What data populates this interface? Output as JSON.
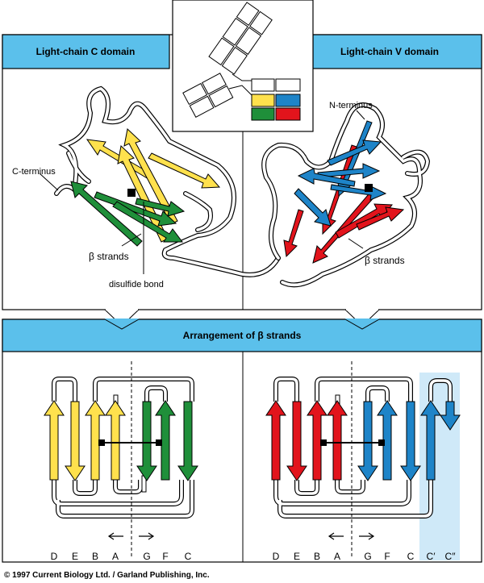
{
  "headers": {
    "left": "Light-chain C domain",
    "right": "Light-chain V domain",
    "bottom": "Arrangement of β strands"
  },
  "labels": {
    "c_terminus": "C-terminus",
    "n_terminus": "N-terminus",
    "beta_strands_left": "β strands",
    "beta_strands_right": "β strands",
    "disulfide_bond": "disulfide bond"
  },
  "strand_letters_left": [
    "D",
    "E",
    "B",
    "A",
    "G",
    "F",
    "C"
  ],
  "strand_letters_right": [
    "D",
    "E",
    "B",
    "A",
    "G",
    "F",
    "C",
    "C′",
    "C″"
  ],
  "copyright": "© 1997 Current Biology Ltd. / Garland Publishing, Inc.",
  "colors": {
    "header_blue": "#5bc0eb",
    "highlight_blue": "#cfe9f8",
    "yellow": "#ffe14d",
    "green": "#1f8f3a",
    "red": "#e2141c",
    "blue": "#1e84c8"
  }
}
